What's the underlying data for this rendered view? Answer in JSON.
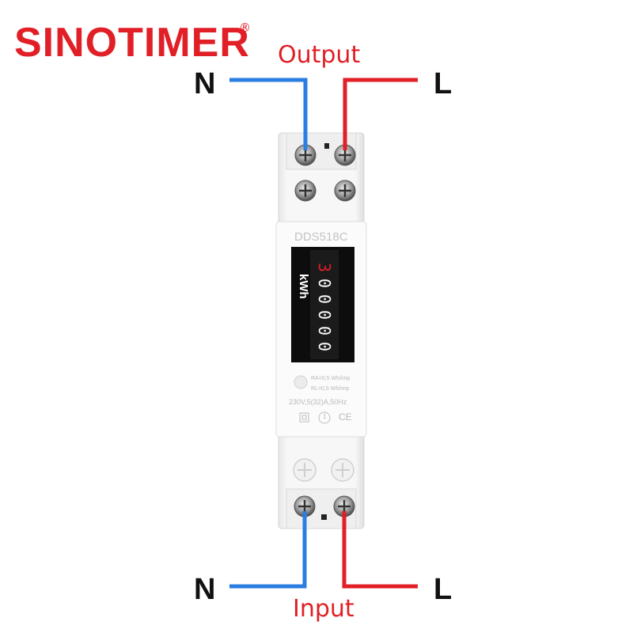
{
  "brand": {
    "name": "SINOTIMER",
    "reg_mark": "®",
    "color": "#e01f26"
  },
  "labels": {
    "output": "Output",
    "input": "Input",
    "n_top": "N",
    "l_top": "L",
    "n_bottom": "N",
    "l_bottom": "L"
  },
  "wires": {
    "neutral_color": "#2a7de1",
    "live_color": "#e01f26"
  },
  "meter": {
    "model": "DDS518C",
    "unit": "kWh",
    "digits": [
      "0",
      "0",
      "0",
      "0",
      "0",
      "3"
    ],
    "spec_ra": "RA=0,5 Wh/imp",
    "spec_rl": "RL=0,5 Wh/imp",
    "rating": "230V,5(32)A,50Hz",
    "class_mark": "1",
    "ce_mark": "CE"
  }
}
